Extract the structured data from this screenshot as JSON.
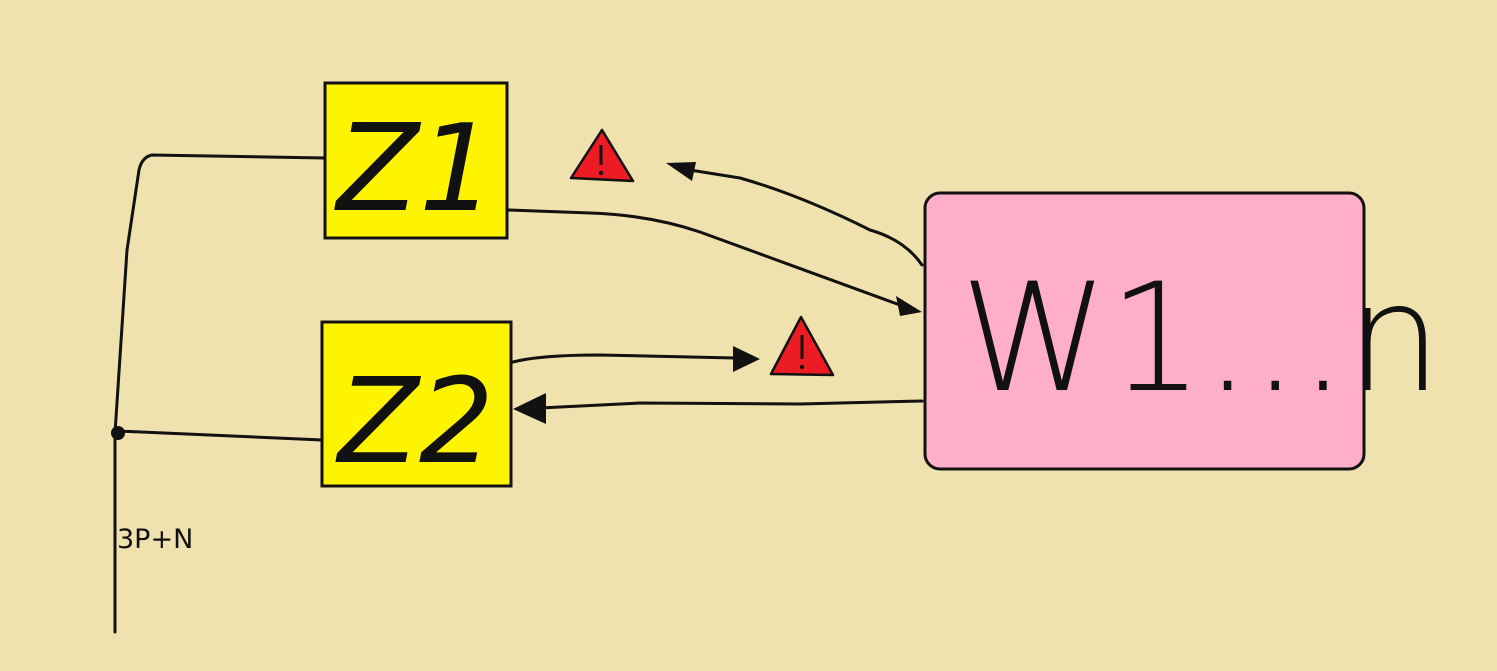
{
  "colors": {
    "background": "#efe2ae",
    "zone_box": "#fff400",
    "consumer_box": "#ffaec9",
    "warning": "#ed1c24",
    "line": "#111111"
  },
  "boxes": {
    "z1": {
      "label": "Z1"
    },
    "z2": {
      "label": "Z2"
    },
    "w": {
      "label": "W1...n"
    }
  },
  "supply_label": "3P+N",
  "icons": {
    "warning": "warning-triangle-icon",
    "junction": "junction-dot"
  }
}
